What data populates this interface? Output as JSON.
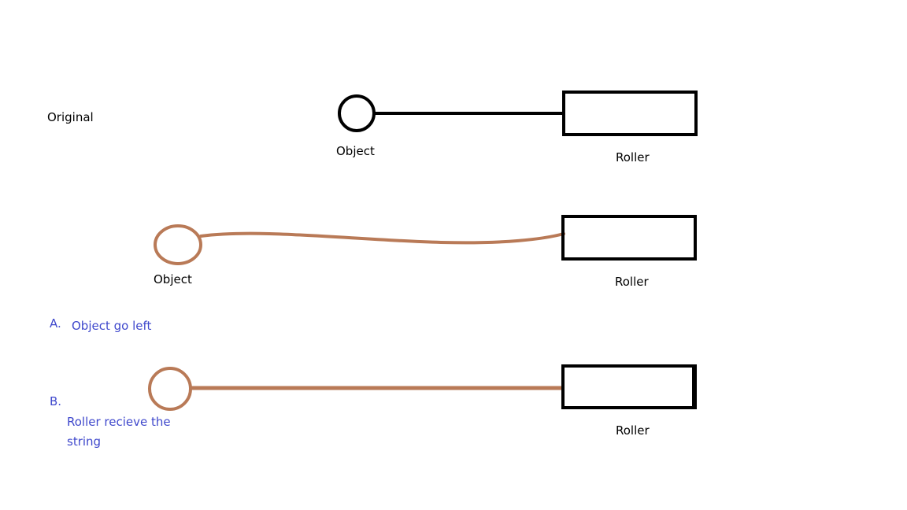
{
  "labels": {
    "original": "Original",
    "object_top": "Object",
    "roller_top": "Roller",
    "object_mid": "Object",
    "roller_mid": "Roller",
    "a_marker": "A.",
    "a_text": "Object go left",
    "b_marker": "B.",
    "b_text": "Roller recieve the string",
    "roller_bottom": "Roller"
  },
  "colors": {
    "original_stroke": "#000000",
    "string_moved": "#b97a57",
    "note_text": "#3f48cc"
  }
}
